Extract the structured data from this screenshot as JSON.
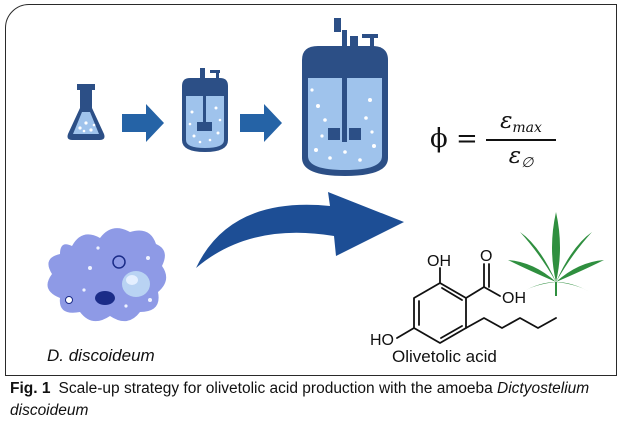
{
  "figure": {
    "equation": {
      "lhs": "ϕ =",
      "numerator": "ε",
      "numerator_sub": "max",
      "denominator": "ε",
      "denominator_sub": "∅"
    },
    "organism_label": "D. discoideum",
    "product_label": "Olivetolic acid",
    "molecule": {
      "oh_top": "OH",
      "carbonyl_o": "O",
      "acid_oh": "OH",
      "ho_bottom": "HO"
    },
    "colors": {
      "vessel_blue": "#2c4f86",
      "liquid_blue": "#9fc3ec",
      "arrow_blue": "#2563a6",
      "curved_arrow": "#1d4e95",
      "amoeba": "#8e9ae6",
      "leaf_green": "#2f8f3f"
    }
  },
  "caption": {
    "fig_no": "Fig. 1",
    "text_before_species": "Scale-up strategy for olivetolic acid production with the amoeba ",
    "species": "Dictyostelium discoideum"
  }
}
